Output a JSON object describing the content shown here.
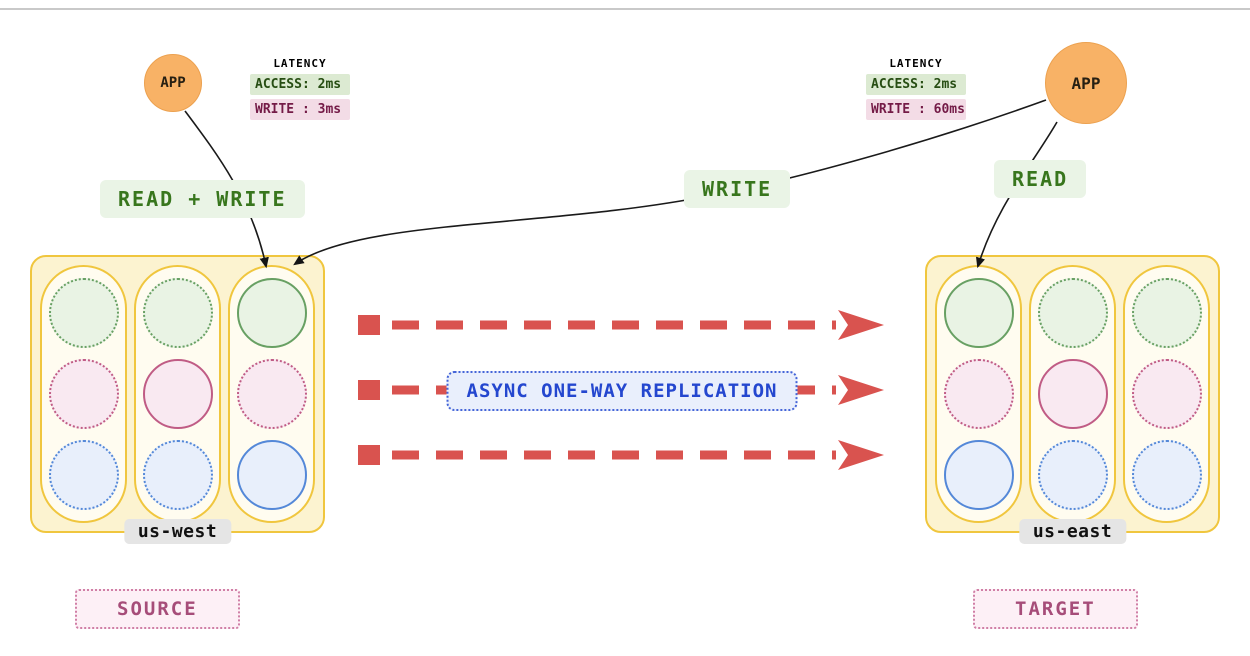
{
  "apps": {
    "left": "APP",
    "right": "APP"
  },
  "latency_left": {
    "title": "LATENCY",
    "access": "ACCESS: 2ms",
    "write": "WRITE : 3ms"
  },
  "latency_right": {
    "title": "LATENCY",
    "access": "ACCESS: 2ms",
    "write": "WRITE : 60ms"
  },
  "flow_labels": {
    "read_write": "READ + WRITE",
    "write": "WRITE",
    "read": "READ"
  },
  "replication_label": "ASYNC ONE-WAY REPLICATION",
  "clusters": {
    "left": {
      "name": "us-west",
      "role": "SOURCE",
      "columns": [
        {
          "nodes": [
            {
              "color": "green",
              "border": "dotted"
            },
            {
              "color": "pink",
              "border": "dotted"
            },
            {
              "color": "blue",
              "border": "dotted"
            }
          ]
        },
        {
          "nodes": [
            {
              "color": "green",
              "border": "dotted"
            },
            {
              "color": "pink",
              "border": "solid"
            },
            {
              "color": "blue",
              "border": "dotted"
            }
          ]
        },
        {
          "nodes": [
            {
              "color": "green",
              "border": "solid"
            },
            {
              "color": "pink",
              "border": "dotted"
            },
            {
              "color": "blue",
              "border": "solid"
            }
          ]
        }
      ]
    },
    "right": {
      "name": "us-east",
      "role": "TARGET",
      "columns": [
        {
          "nodes": [
            {
              "color": "green",
              "border": "solid"
            },
            {
              "color": "pink",
              "border": "dotted"
            },
            {
              "color": "blue",
              "border": "solid"
            }
          ]
        },
        {
          "nodes": [
            {
              "color": "green",
              "border": "dotted"
            },
            {
              "color": "pink",
              "border": "solid"
            },
            {
              "color": "blue",
              "border": "dotted"
            }
          ]
        },
        {
          "nodes": [
            {
              "color": "green",
              "border": "dotted"
            },
            {
              "color": "pink",
              "border": "dotted"
            },
            {
              "color": "blue",
              "border": "dotted"
            }
          ]
        }
      ]
    }
  },
  "colors": {
    "arrow_red": "#d9534f",
    "cluster_border": "#f0c63e",
    "cluster_fill": "#fcf3d0",
    "app_orange": "#f8b266",
    "green_label": "#38761d",
    "green_label_bg": "#eaf4e6",
    "pink_label": "#741b47",
    "pink_label_bg": "#f3dce6",
    "blue_label": "#2447cf",
    "blue_label_bg": "#e9effc",
    "node_green": "#68a063",
    "node_pink": "#c05c85",
    "node_blue": "#5488d8"
  }
}
